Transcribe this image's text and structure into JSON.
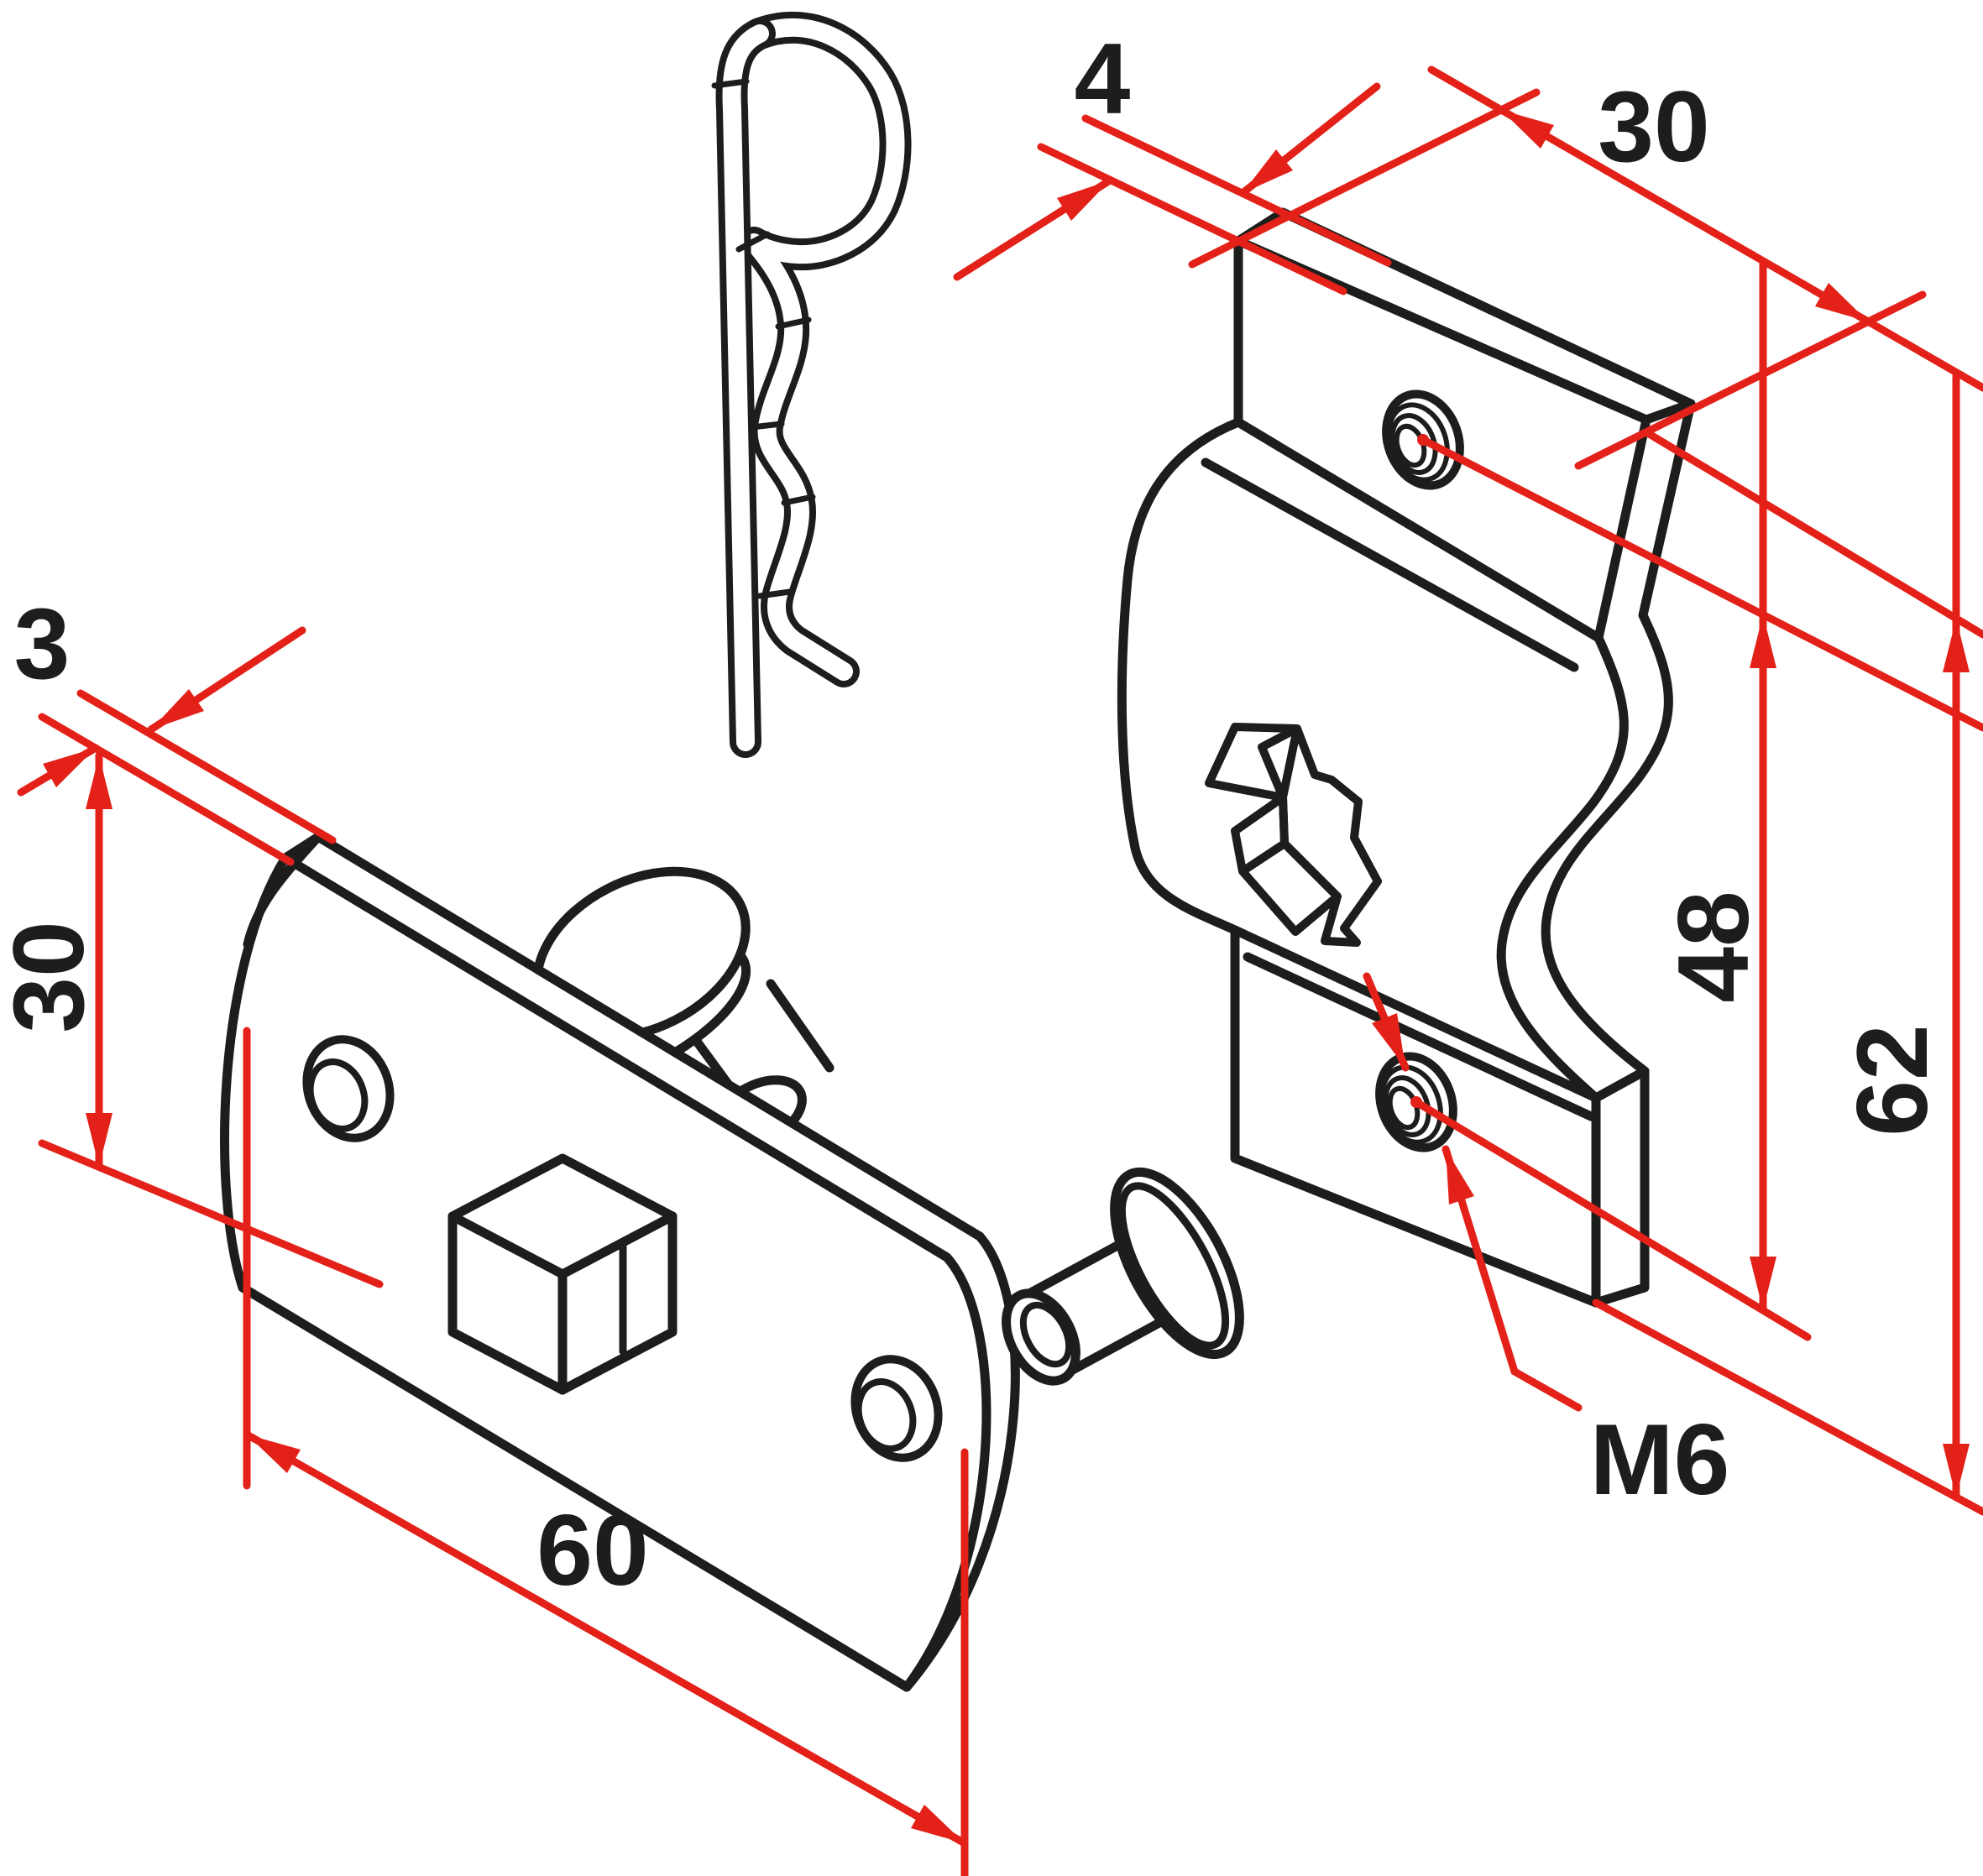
{
  "drawing": {
    "kind": "exploded isometric technical drawing",
    "components": {
      "r_clip": "hairpin-cotter-pin",
      "plate": "oval-mounting-plate-with-carriage-bolt",
      "rivet": "countersunk-rivet",
      "bracket": "z-shaped-clamp-bracket"
    }
  },
  "labels": {
    "bracket_thickness": "4",
    "bracket_width": "30",
    "plate_thickness": "3",
    "plate_width": "30",
    "hole_pitch": "48",
    "bracket_height": "62",
    "plate_length": "60",
    "thread_size": "M6"
  },
  "colors": {
    "line": "#1d1d1b",
    "dimension": "#e32119",
    "background": "#ffffff"
  }
}
